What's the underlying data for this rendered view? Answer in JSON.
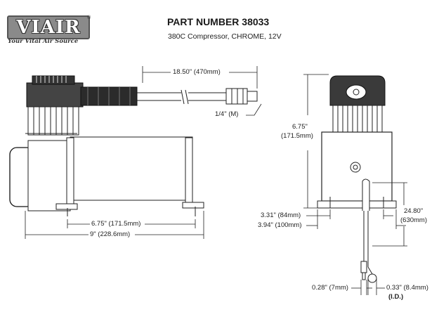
{
  "brand": {
    "logo_text": "VIAIR",
    "registered_mark": "®",
    "tagline": "Your Vital Air Source"
  },
  "header": {
    "part_number": "PART NUMBER 38033",
    "description": "380C Compressor, CHROME, 12V"
  },
  "side_view": {
    "hose_length": "18.50\" (470mm)",
    "fitting": "1/4\" (M)",
    "mount_spacing": "6.75\" (171.5mm)",
    "overall_length": "9\" (228.6mm)"
  },
  "front_view": {
    "height_in": "6.75\"",
    "height_mm": "(171.5mm)",
    "mount_width": "3.31\" (84mm)",
    "base_width": "3.94\" (100mm)",
    "lead_length_in": "24.80\"",
    "lead_length_mm": "(630mm)",
    "terminal_small": "0.28\" (7mm)",
    "terminal_ring": "0.33\" (8.4mm)",
    "terminal_ring_note": "(I.D.)"
  },
  "colors": {
    "line": "#222222",
    "body_fill": "#ffffff",
    "logo_fill": "#8a8a8a"
  }
}
